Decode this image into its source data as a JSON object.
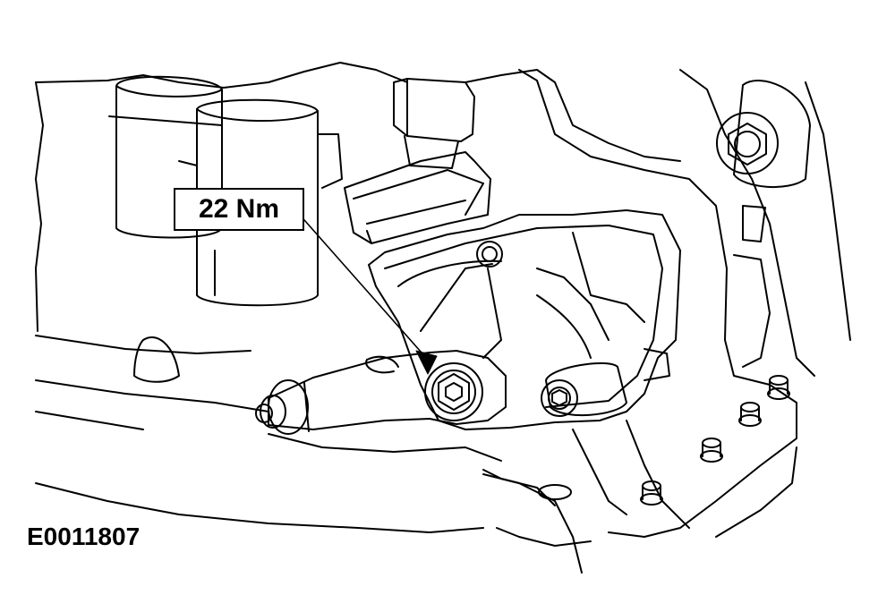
{
  "callout": {
    "torque": "22 Nm"
  },
  "figure": {
    "id": "E0011807"
  },
  "colors": {
    "line": "#000000",
    "background": "#ffffff"
  },
  "parts": {
    "bolt": "hex-socket-bolt",
    "lever": "selector-lever",
    "sensor": "transmission-range-sensor",
    "nut": "hex-nut"
  }
}
